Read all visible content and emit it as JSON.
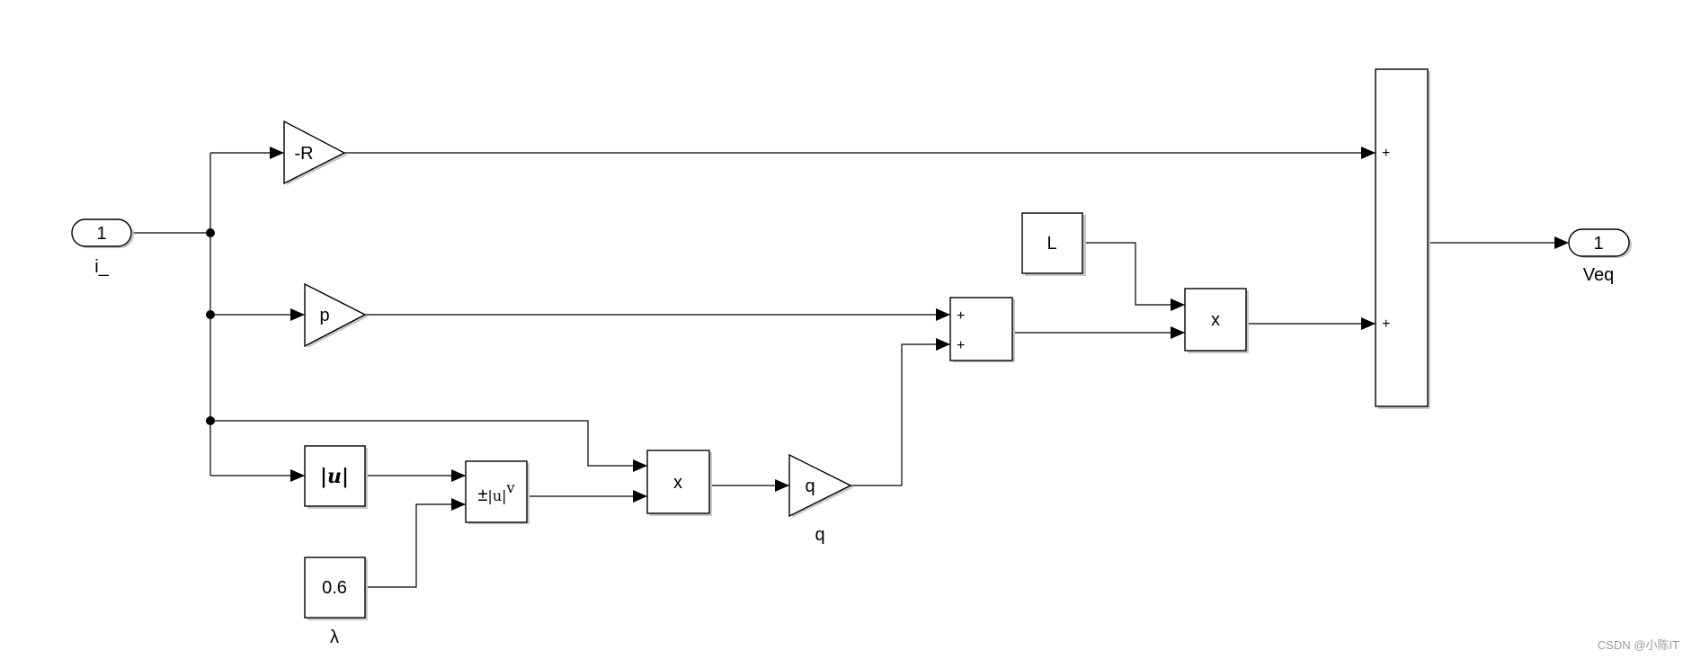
{
  "inport": {
    "number": "1",
    "label": "i_"
  },
  "outport": {
    "number": "1",
    "label": "Veq"
  },
  "gains": {
    "r": {
      "text": "-R"
    },
    "p": {
      "text": "p"
    },
    "q": {
      "text": "q",
      "label": "q"
    }
  },
  "abs_block": {
    "text": "|u|"
  },
  "pow_block": {
    "prefix": "±",
    "base": "|u|",
    "exponent": "v"
  },
  "constants": {
    "l": {
      "value": "L"
    },
    "lambda": {
      "value": "0.6",
      "label": "λ"
    }
  },
  "products": {
    "p1": {
      "text": "x"
    },
    "p2": {
      "text": "x"
    }
  },
  "sum_small": {
    "signs": [
      "+",
      "+"
    ]
  },
  "sum_big": {
    "signs": [
      "+",
      "+"
    ]
  },
  "watermark": "CSDN @小陈IT"
}
